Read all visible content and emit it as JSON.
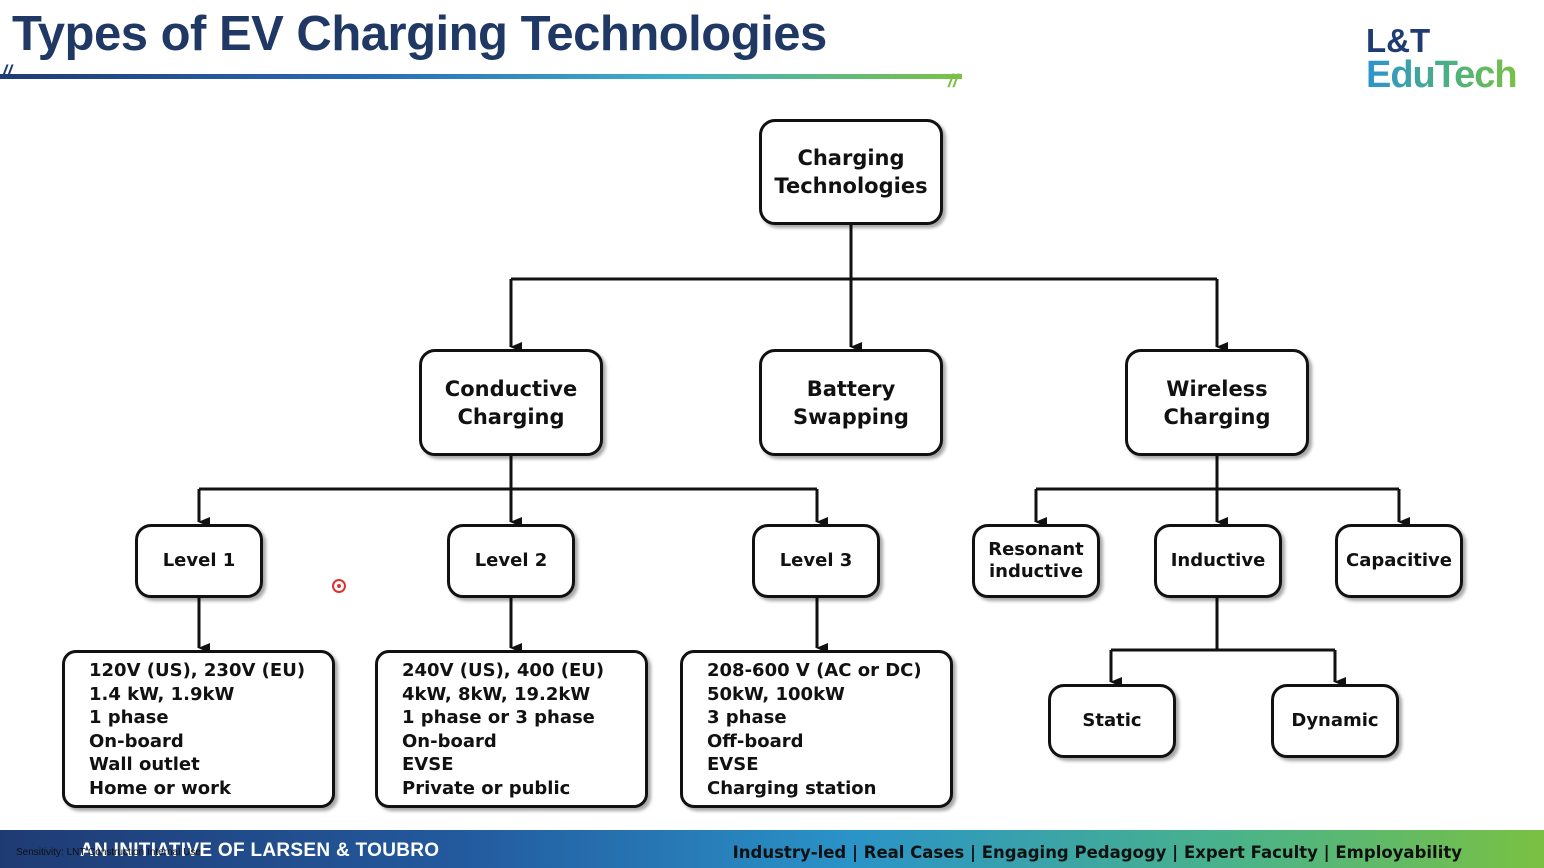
{
  "title": "Types of EV Charging Technologies",
  "logo": {
    "line1": "L&T",
    "line2": "EduTech"
  },
  "nodes": {
    "root": "Charging\nTechnologies",
    "conductive": "Conductive\nCharging",
    "battery": "Battery\nSwapping",
    "wireless": "Wireless\nCharging",
    "level1": "Level 1",
    "level2": "Level 2",
    "level3": "Level 3",
    "resonant": "Resonant\ninductive",
    "inductive": "Inductive",
    "capacitive": "Capacitive",
    "static": "Static",
    "dynamic": "Dynamic"
  },
  "specs": {
    "level1": [
      "120V (US), 230V (EU)",
      "1.4 kW, 1.9kW",
      "1 phase",
      "On-board",
      "Wall outlet",
      "Home or work"
    ],
    "level2": [
      "240V (US), 400 (EU)",
      "4kW, 8kW, 19.2kW",
      "1 phase or 3 phase",
      "On-board",
      "EVSE",
      "Private or public"
    ],
    "level3": [
      "208-600 V (AC or DC)",
      "50kW, 100kW",
      "3 phase",
      "Off-board",
      "EVSE",
      "Charging station"
    ]
  },
  "footer": {
    "initiative": "AN INITIATIVE OF LARSEN & TOUBRO",
    "sensitivity": "Sensitivity: LNT Construction Internal Use",
    "tagline": "Industry-led | Real Cases | Engaging Pedagogy | Expert Faculty | Employability"
  },
  "colors": {
    "title": "#1f3864",
    "accent_blue": "#1f3b74",
    "accent_green": "#7ac143",
    "cursor": "#e0322e"
  }
}
